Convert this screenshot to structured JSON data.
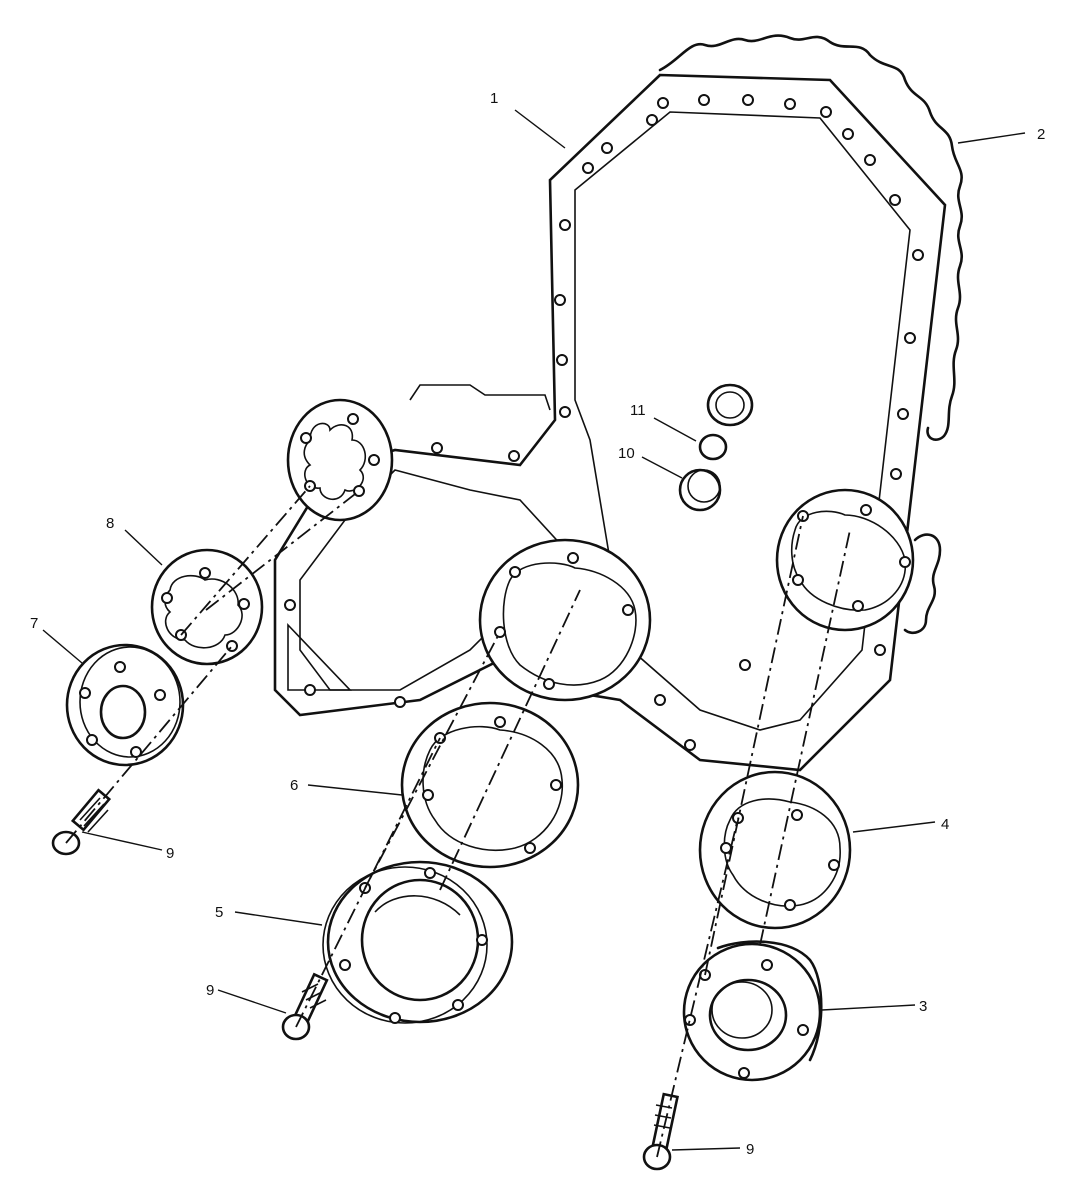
{
  "callouts": [
    {
      "id": "1",
      "label": "1"
    },
    {
      "id": "2",
      "label": "2"
    },
    {
      "id": "3",
      "label": "3"
    },
    {
      "id": "4",
      "label": "4"
    },
    {
      "id": "5",
      "label": "5"
    },
    {
      "id": "6",
      "label": "6"
    },
    {
      "id": "7",
      "label": "7"
    },
    {
      "id": "8",
      "label": "8"
    },
    {
      "id": "9a",
      "label": "9"
    },
    {
      "id": "9b",
      "label": "9"
    },
    {
      "id": "9c",
      "label": "9"
    },
    {
      "id": "10",
      "label": "10"
    },
    {
      "id": "11",
      "label": "11"
    }
  ]
}
